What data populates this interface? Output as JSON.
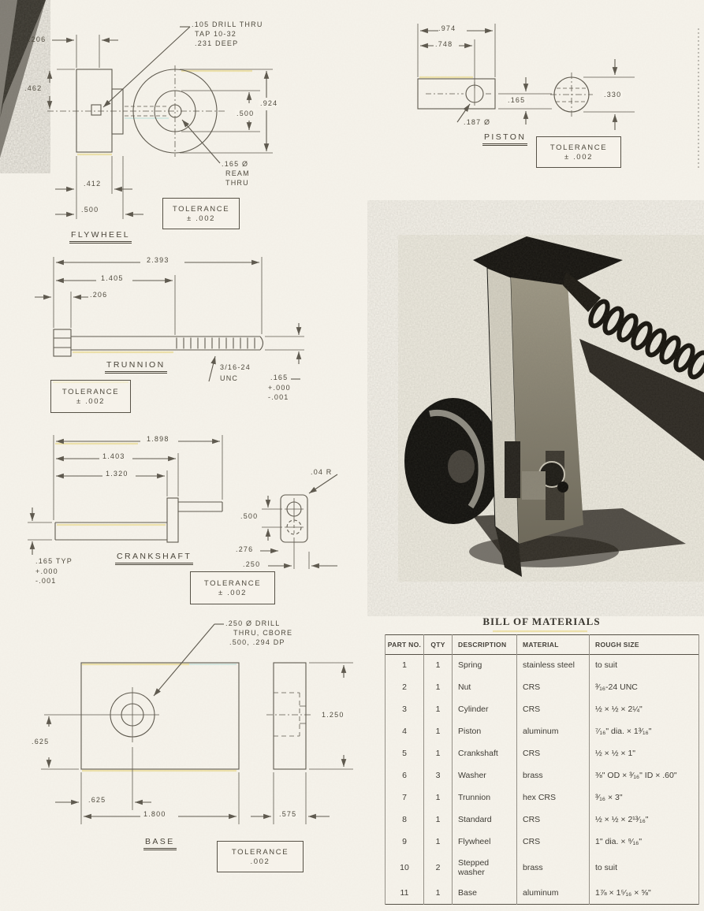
{
  "flywheel": {
    "title": "FLYWHEEL",
    "drill_note": [
      ".105 DRILL THRU",
      "TAP 10-32",
      ".231 DEEP"
    ],
    "ream_note": [
      ".165 Ø",
      "REAM",
      "THRU"
    ],
    "dims": {
      "hub_offset": ".206",
      "radius": ".462",
      "od": ".924",
      "bore": ".500",
      "hub_width": ".412",
      "thickness": ".500"
    },
    "tolerance": [
      "TOLERANCE",
      "± .002"
    ]
  },
  "piston": {
    "title": "PISTON",
    "dims": {
      "length": ".974",
      "hole_pos": ".748",
      "hole_dia": ".187 Ø",
      "half_height": ".165",
      "dia": ".330"
    },
    "tolerance": [
      "TOLERANCE",
      "± .002"
    ]
  },
  "trunnion": {
    "title": "TRUNNION",
    "dims": {
      "overall": "2.393",
      "to_thread": "1.405",
      "head": ".206"
    },
    "thread_note": [
      "3/16-24",
      "UNC"
    ],
    "dia_note": [
      ".165",
      "+.000",
      "-.001"
    ],
    "tolerance": [
      "TOLERANCE",
      "± .002"
    ]
  },
  "crankshaft": {
    "title": "CRANKSHAFT",
    "dims": {
      "overall": "1.898",
      "shaft": "1.403",
      "to_web": "1.320",
      "corner_radius": ".04 R",
      "hole_centers": ".500",
      "web": ".276",
      "pin": ".250"
    },
    "dia_note": [
      ".165 TYP",
      "+.000",
      "-.001"
    ],
    "tolerance": [
      "TOLERANCE",
      "± .002"
    ]
  },
  "base": {
    "title": "BASE",
    "drill_note": [
      ".250 Ø DRILL",
      "THRU, CBORE",
      ".500, .294 DP"
    ],
    "dims": {
      "center_from_bottom": ".625",
      "center_from_left": ".625",
      "length": "1.800",
      "width": "1.250",
      "thickness": ".575"
    },
    "tolerance": [
      "TOLERANCE",
      ".002"
    ]
  },
  "bom": {
    "title": "BILL OF MATERIALS",
    "headers": [
      "PART NO.",
      "QTY",
      "DESCRIPTION",
      "MATERIAL",
      "ROUGH SIZE"
    ],
    "rows": [
      [
        "1",
        "1",
        "Spring",
        "stainless steel",
        "to suit"
      ],
      [
        "2",
        "1",
        "Nut",
        "CRS",
        "³⁄₁₆-24 UNC"
      ],
      [
        "3",
        "1",
        "Cylinder",
        "CRS",
        "½ × ½ × 2¼\""
      ],
      [
        "4",
        "1",
        "Piston",
        "aluminum",
        "⁷⁄₁₆\" dia. × 1³⁄₁₆\""
      ],
      [
        "5",
        "1",
        "Crankshaft",
        "CRS",
        "½ × ½ × 1\""
      ],
      [
        "6",
        "3",
        "Washer",
        "brass",
        "⅜\" OD × ³⁄₁₆\" ID × .60\""
      ],
      [
        "7",
        "1",
        "Trunnion",
        "hex CRS",
        "³⁄₁₆ × 3\""
      ],
      [
        "8",
        "1",
        "Standard",
        "CRS",
        "½ × ½ × 2¹³⁄₁₆\""
      ],
      [
        "9",
        "1",
        "Flywheel",
        "CRS",
        "1\" dia. × ⁹⁄₁₆\""
      ],
      [
        "10",
        "2",
        "Stepped washer",
        "brass",
        "to suit"
      ],
      [
        "11",
        "1",
        "Base",
        "aluminum",
        "1⅞ × 1⁵⁄₁₆ × ⅝\""
      ]
    ]
  }
}
